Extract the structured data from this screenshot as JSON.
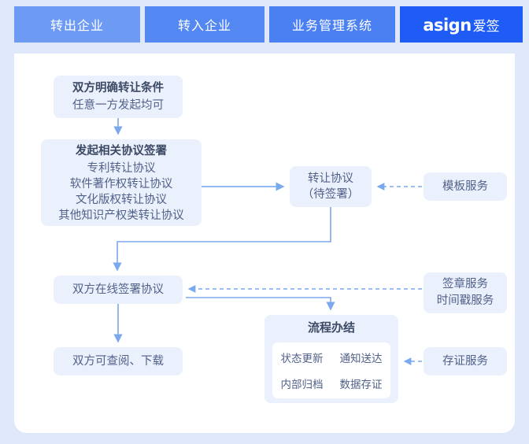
{
  "tabs": [
    {
      "id": "transfer-out",
      "label": "转出企业"
    },
    {
      "id": "transfer-in",
      "label": "转入企业"
    },
    {
      "id": "business-system",
      "label": "业务管理系统"
    }
  ],
  "brand": {
    "mark": "asign",
    "cn": "爱签"
  },
  "colors": {
    "page_bg": "#dfe8fa",
    "card_bg": "#ffffff",
    "box_bg": "#eaf0fc",
    "tab_active": "#1f5cf5",
    "tab_1": "#6d9bf4",
    "tab_2": "#5388f2",
    "tab_3": "#4a80f1",
    "connector": "#7ba9ee",
    "text_heading": "#3d4a66",
    "text_body": "#51618a"
  },
  "flow": {
    "terms": {
      "title": "双方明确转让条件",
      "lines": [
        "任意一方发起均可"
      ]
    },
    "initiate": {
      "title": "发起相关协议签署",
      "lines": [
        "专利转让协议",
        "软件著作权转让协议",
        "文化版权转让协议",
        "其他知识产权类转让协议"
      ]
    },
    "agreement": {
      "lines": [
        "转让协议",
        "（待签署）"
      ]
    },
    "template": {
      "lines": [
        "模板服务"
      ]
    },
    "sign": {
      "lines": [
        "双方在线签署协议"
      ]
    },
    "seal": {
      "lines": [
        "签章服务",
        "时间戳服务"
      ]
    },
    "done": {
      "title": "流程办结",
      "items": [
        "状态更新",
        "通知送达",
        "内部归档",
        "数据存证"
      ]
    },
    "view": {
      "lines": [
        "双方可查阅、下载"
      ]
    },
    "evidence": {
      "lines": [
        "存证服务"
      ]
    }
  }
}
